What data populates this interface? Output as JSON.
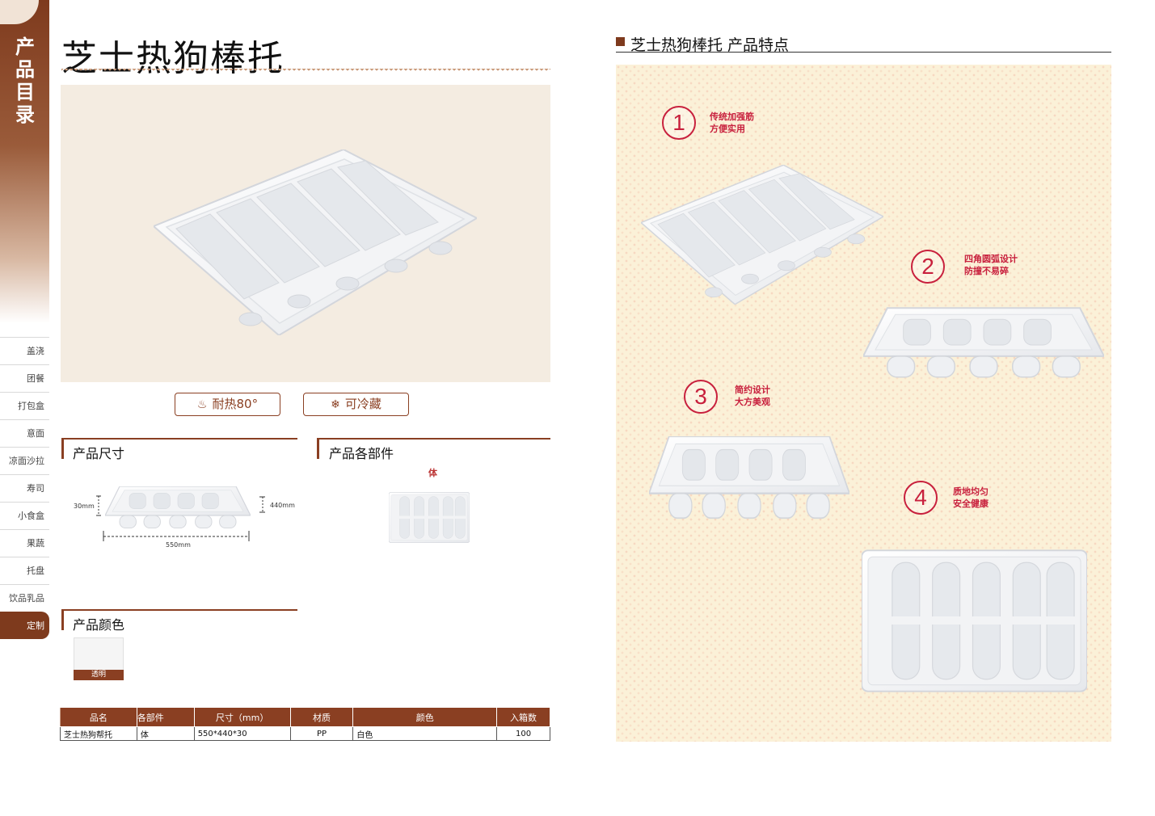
{
  "sidebar": {
    "title_chars": [
      "产",
      "品",
      "目",
      "录"
    ],
    "items": [
      {
        "label": "盖浇"
      },
      {
        "label": "团餐"
      },
      {
        "label": "打包盒"
      },
      {
        "label": "意面"
      },
      {
        "label": "凉面沙拉"
      },
      {
        "label": "寿司"
      },
      {
        "label": "小食盒"
      },
      {
        "label": "果蔬"
      },
      {
        "label": "托盘"
      },
      {
        "label": "饮品乳品"
      },
      {
        "label": "定制"
      }
    ],
    "active_index": 10
  },
  "product": {
    "title": "芝士热狗棒托",
    "badges": [
      {
        "icon": "flame-icon",
        "label": "耐热80°"
      },
      {
        "icon": "snowflake-icon",
        "label": "可冷藏"
      }
    ]
  },
  "sections": {
    "size": {
      "title": "产品尺寸",
      "height_label": "30mm",
      "width_label": "440mm",
      "length_label": "550mm"
    },
    "parts": {
      "title": "产品各部件",
      "part_label": "体"
    },
    "color": {
      "title": "产品颜色",
      "swatch_label": "透明"
    }
  },
  "spec_table": {
    "headers": [
      "品名",
      "各部件",
      "尺寸（mm）",
      "材质",
      "颜色",
      "入箱数"
    ],
    "rows": [
      [
        "芝士热狗帮托",
        "体",
        "550*440*30",
        "PP",
        "白色",
        "100"
      ]
    ]
  },
  "features": {
    "title": "芝士热狗棒托 产品特点",
    "items": [
      {
        "number": "1",
        "line1": "传统加强筋",
        "line2": "方便实用"
      },
      {
        "number": "2",
        "line1": "四角圆弧设计",
        "line2": "防撞不易碎"
      },
      {
        "number": "3",
        "line1": "简约设计",
        "line2": "大方美观"
      },
      {
        "number": "4",
        "line1": "质地均匀",
        "line2": "安全健康"
      }
    ]
  },
  "colors": {
    "brand_brown": "#7e3a1d",
    "feature_red": "#c8203d",
    "hero_bg": "#f4ece1"
  }
}
